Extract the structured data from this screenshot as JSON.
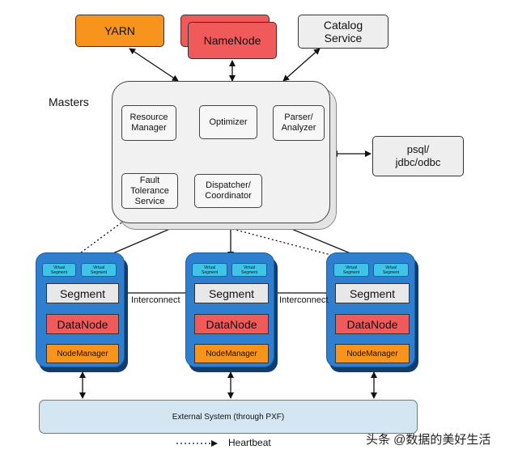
{
  "top": {
    "yarn": "YARN",
    "namenode": "NameNode",
    "catalog_line1": "Catalog",
    "catalog_line2": "Service"
  },
  "masters": {
    "title": "Masters",
    "resource_manager": [
      "Resource",
      "Manager"
    ],
    "optimizer": "Optimizer",
    "parser": [
      "Parser/",
      "Analyzer"
    ],
    "fault_tolerance": [
      "Fault",
      "Tolerance",
      "Service"
    ],
    "dispatcher": [
      "Dispatcher/",
      "Coordinator"
    ]
  },
  "client": {
    "line1": "psql/",
    "line2": "jdbc/odbc"
  },
  "segment_host": {
    "virtual_segment": [
      "Virtual",
      "Segment"
    ],
    "segment": "Segment",
    "datanode": "DataNode",
    "nodemanager": "NodeManager"
  },
  "interconnect": "Interconnect",
  "external_system": "External System (through PXF)",
  "legend": {
    "heartbeat": "Heartbeat"
  },
  "watermark": "头条 @数据的美好生活",
  "colors": {
    "yarn": "#f7941d",
    "namenode": "#f05a5a",
    "segment_host": "#2e7fd0",
    "virtual_segment": "#3fc4e8",
    "external_system": "#d4e6f2"
  }
}
